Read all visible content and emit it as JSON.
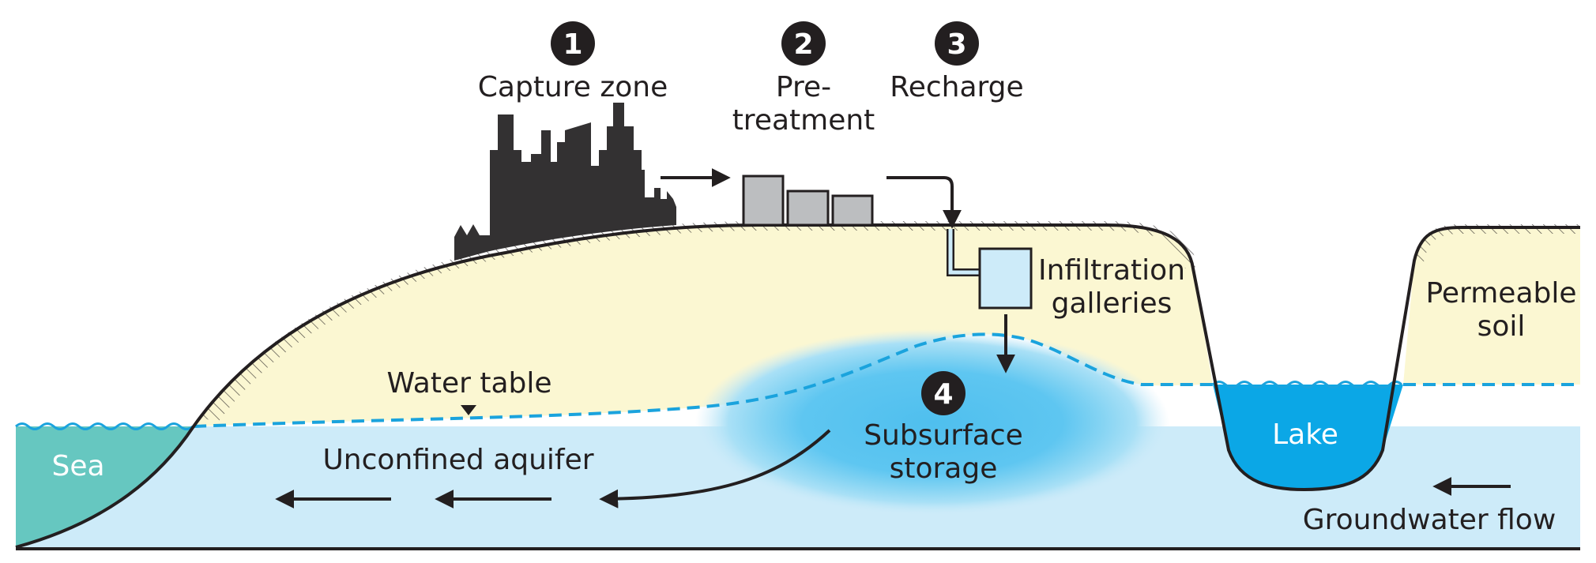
{
  "steps": [
    {
      "number": "1",
      "label": "Capture zone"
    },
    {
      "number": "2",
      "label_line1": "Pre-",
      "label_line2": "treatment"
    },
    {
      "number": "3",
      "label": "Recharge"
    },
    {
      "number": "4",
      "label_line1": "Subsurface",
      "label_line2": "storage"
    }
  ],
  "labels": {
    "infiltration_line1": "Infiltration",
    "infiltration_line2": "galleries",
    "permeable_line1": "Permeable",
    "permeable_line2": "soil",
    "water_table": "Water table",
    "unconfined_aquifer": "Unconfined aquifer",
    "sea": "Sea",
    "lake": "Lake",
    "groundwater_flow": "Groundwater flow"
  },
  "colors": {
    "soil": "#fbf7d2",
    "aquifer": "#cdebf9",
    "sea": "#66c7c0",
    "lake": "#0ba7e6",
    "storage": "#5cc3f0",
    "water_table_line": "#1aa3dd",
    "city": "#333132",
    "treatment": "#bcbec0",
    "ink": "#231f20"
  }
}
